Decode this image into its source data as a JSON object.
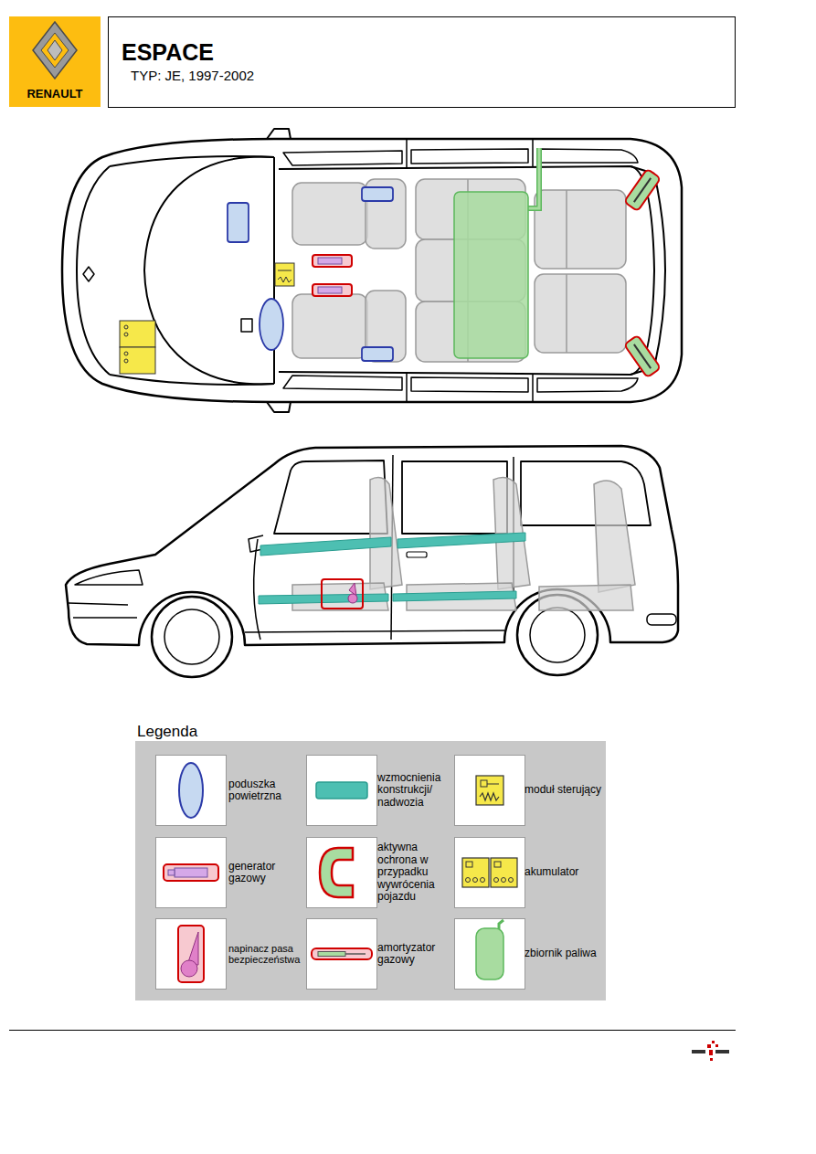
{
  "diagram": {
    "title": "ESPACE",
    "labels": [
      "RENAULT",
      "TYP: JE, 1997-2002",
      "Legenda"
    ],
    "legend": [
      {
        "text": "poduszka powietrzna",
        "color": "#c6d9f1"
      },
      {
        "text": "wzmocnienia konstrukcji/ nadwozia",
        "color": "#4dbfb2"
      },
      {
        "text": "moduł sterujący"
      },
      {
        "text": "generator gazowy"
      },
      {
        "text": "aktywna ochrona w przypadku wywrócenia pojazdu"
      },
      {
        "text": "akumulator"
      },
      {
        "text": "napinacz pasa bezpieczeństwa"
      },
      {
        "text": "amortyzator gazowy"
      },
      {
        "text": "zbiornik paliwa",
        "color": "#a8dca0"
      }
    ]
  }
}
